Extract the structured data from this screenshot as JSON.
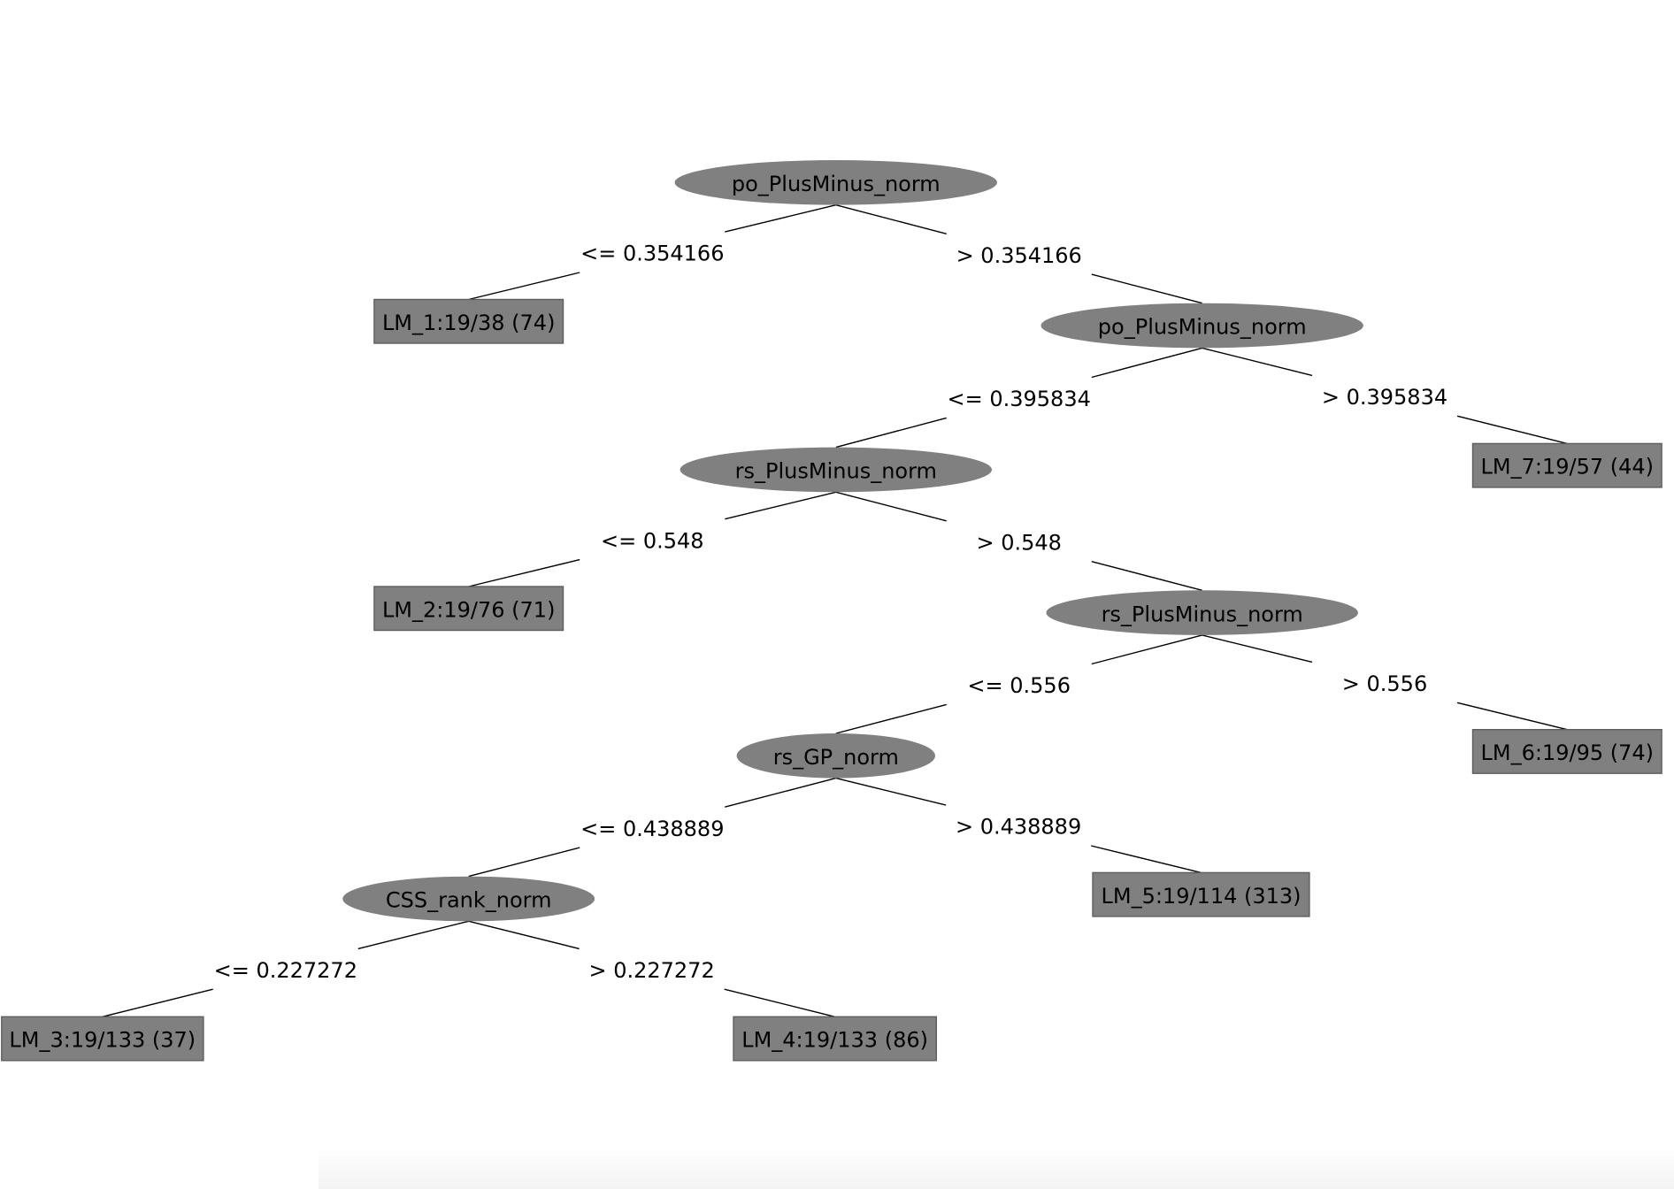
{
  "tree": {
    "nodes": [
      {
        "id": "n1",
        "type": "split",
        "label": "po_PlusMinus_norm"
      },
      {
        "id": "lm1",
        "type": "leaf",
        "label": "LM_1:19/38 (74)"
      },
      {
        "id": "n2",
        "type": "split",
        "label": "po_PlusMinus_norm"
      },
      {
        "id": "n3",
        "type": "split",
        "label": "rs_PlusMinus_norm"
      },
      {
        "id": "lm7",
        "type": "leaf",
        "label": "LM_7:19/57 (44)"
      },
      {
        "id": "lm2",
        "type": "leaf",
        "label": "LM_2:19/76 (71)"
      },
      {
        "id": "n4",
        "type": "split",
        "label": "rs_PlusMinus_norm"
      },
      {
        "id": "n5",
        "type": "split",
        "label": "rs_GP_norm"
      },
      {
        "id": "lm6",
        "type": "leaf",
        "label": "LM_6:19/95 (74)"
      },
      {
        "id": "n6",
        "type": "split",
        "label": "CSS_rank_norm"
      },
      {
        "id": "lm5",
        "type": "leaf",
        "label": "LM_5:19/114 (313)"
      },
      {
        "id": "lm3",
        "type": "leaf",
        "label": "LM_3:19/133 (37)"
      },
      {
        "id": "lm4",
        "type": "leaf",
        "label": "LM_4:19/133 (86)"
      }
    ],
    "edges": [
      {
        "from": "n1",
        "to": "lm1",
        "label": "<= 0.354166"
      },
      {
        "from": "n1",
        "to": "n2",
        "label": "> 0.354166"
      },
      {
        "from": "n2",
        "to": "n3",
        "label": "<= 0.395834"
      },
      {
        "from": "n2",
        "to": "lm7",
        "label": "> 0.395834"
      },
      {
        "from": "n3",
        "to": "lm2",
        "label": "<= 0.548"
      },
      {
        "from": "n3",
        "to": "n4",
        "label": "> 0.548"
      },
      {
        "from": "n4",
        "to": "n5",
        "label": "<= 0.556"
      },
      {
        "from": "n4",
        "to": "lm6",
        "label": "> 0.556"
      },
      {
        "from": "n5",
        "to": "n6",
        "label": "<= 0.438889"
      },
      {
        "from": "n5",
        "to": "lm5",
        "label": "> 0.438889"
      },
      {
        "from": "n6",
        "to": "lm3",
        "label": "<= 0.227272"
      },
      {
        "from": "n6",
        "to": "lm4",
        "label": "> 0.227272"
      }
    ]
  },
  "colors": {
    "node_fill": "#808080",
    "edge": "#000000",
    "background": "#ffffff"
  }
}
